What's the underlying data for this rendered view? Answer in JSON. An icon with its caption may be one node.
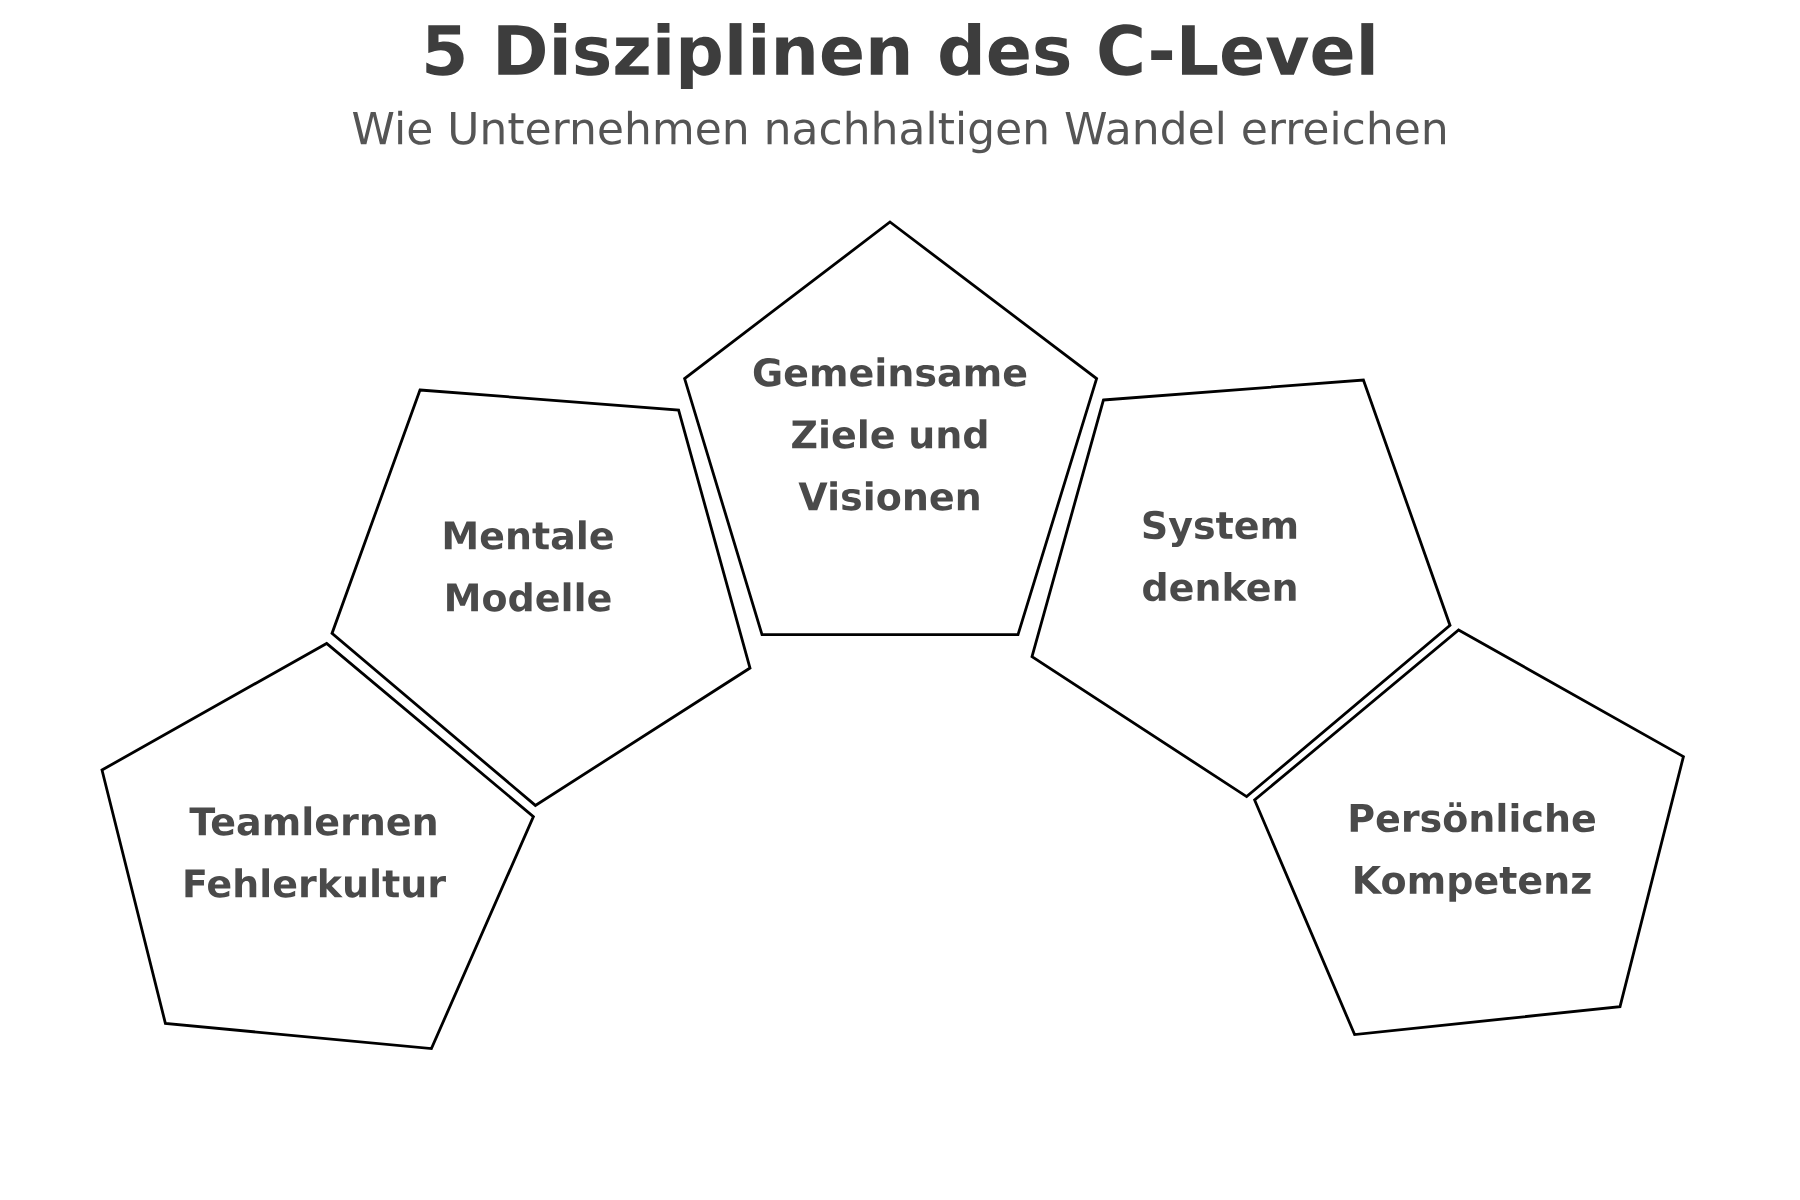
{
  "diagram": {
    "title": "5 Disziplinen des C-Level",
    "nodes": [
      {
        "text": [
          "Gemeinsame Ziele und Visionen"
        ]
      },
      {
        "text": [
          "Mentale Modelle"
        ]
      },
      {
        "text": [
          "System denken"
        ]
      },
      {
        "text": [
          "Teamlernen Fehlerkultur"
        ]
      },
      {
        "text": [
          "Persönliche Kompetenz"
        ]
      }
    ],
    "labels": [
      "Wie Unternehmen nachhaltigen Wandel erreichen"
    ]
  }
}
